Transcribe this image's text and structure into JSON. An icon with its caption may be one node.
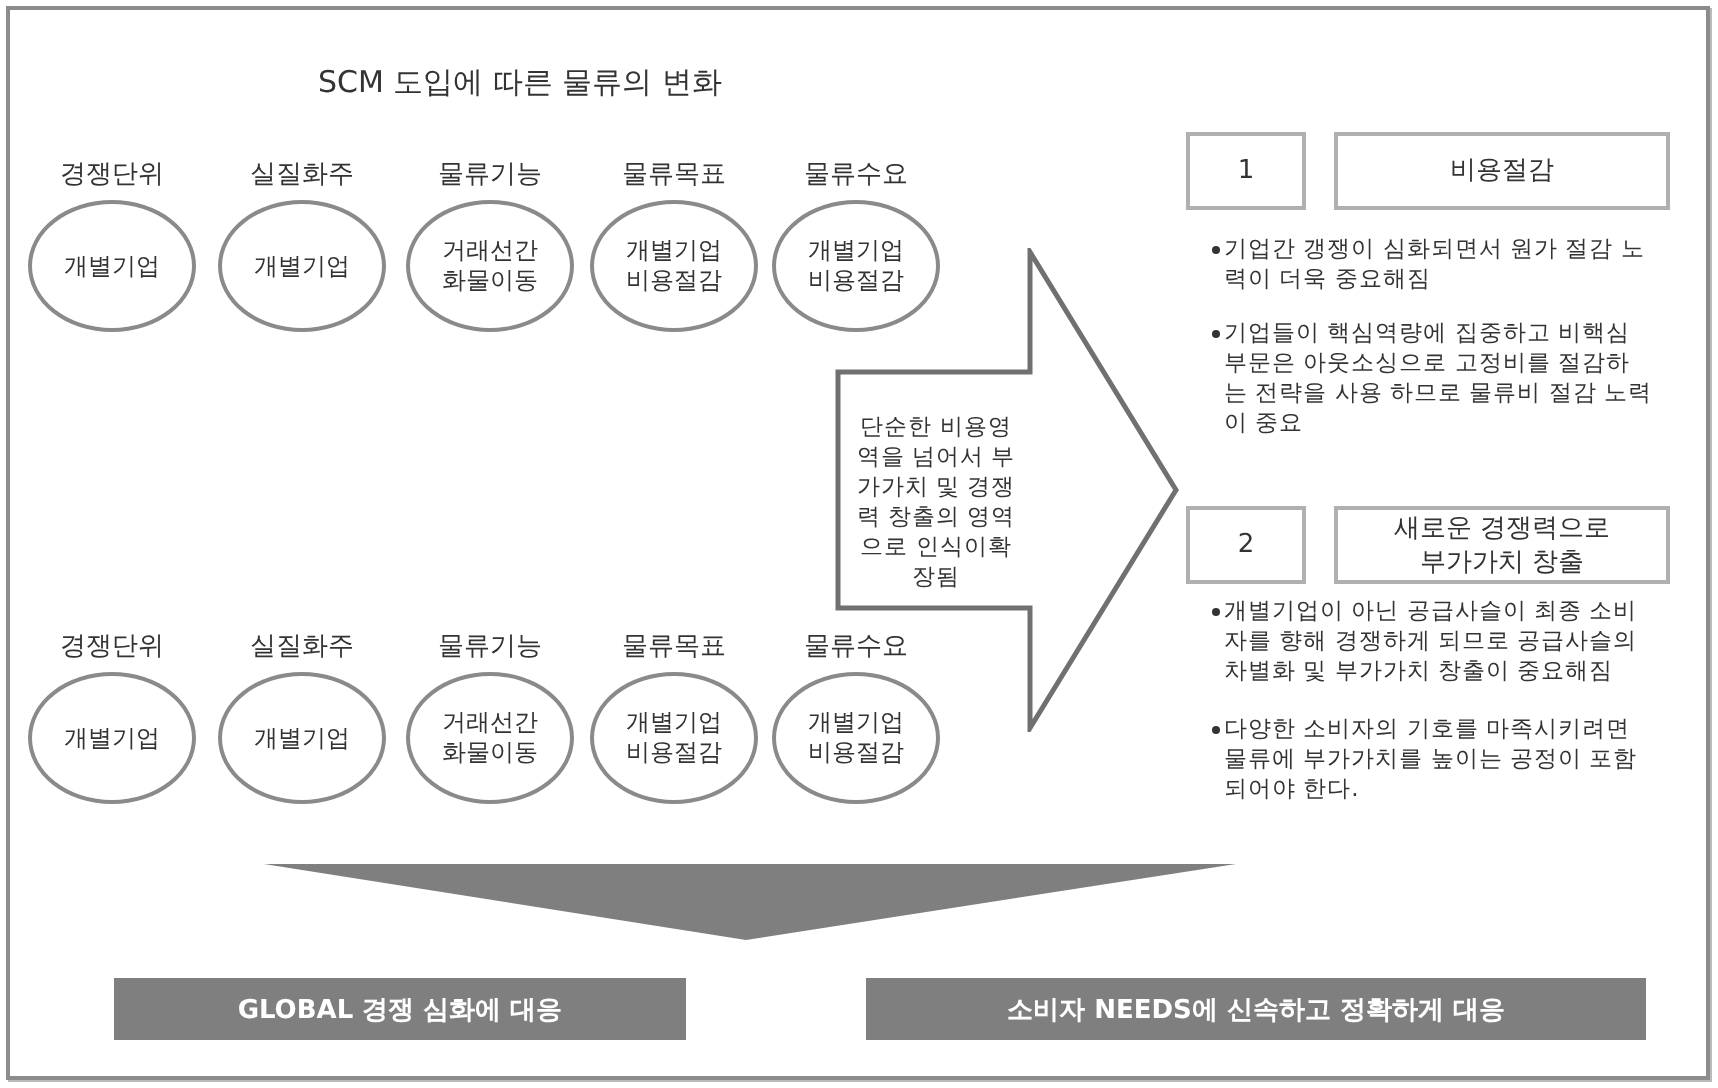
{
  "diagram": {
    "title": "SCM 도입에 따른 물류의 변화",
    "nodes": [
      {
        "text": [
          "경쟁단위",
          "개별기업"
        ]
      },
      {
        "text": [
          "실질화주",
          "개별기업"
        ]
      },
      {
        "text": [
          "물류기능",
          "거래선간 화물이동"
        ]
      },
      {
        "text": [
          "물류목표",
          "개별기업 비용절감"
        ]
      },
      {
        "text": [
          "물류수요",
          "개별기업 비용절감"
        ]
      },
      {
        "text": [
          "경쟁단위",
          "개별기업"
        ]
      },
      {
        "text": [
          "실질화주",
          "개별기업"
        ]
      },
      {
        "text": [
          "물류기능",
          "거래선간 화물이동"
        ]
      },
      {
        "text": [
          "물류목표",
          "개별기업 비용절감"
        ]
      },
      {
        "text": [
          "물류수요",
          "개별기업 비용절감"
        ]
      },
      {
        "text": [
          "단순한 비용영역을 넘어서 부가가치 및 경쟁력 창출의 영역으로 인식이확장됨"
        ]
      },
      {
        "text": [
          "1"
        ]
      },
      {
        "text": [
          "비용절감"
        ]
      },
      {
        "text": [
          "2"
        ]
      },
      {
        "text": [
          "새로운 경쟁력으로 부가가치 창출"
        ]
      },
      {
        "text": [
          "GLOBAL 경쟁 심화에 대응"
        ]
      },
      {
        "text": [
          "소비자 NEEDS에 신속하고 정확하게 대응"
        ]
      },
      {
        "text": [],
        "shape": "triangle"
      }
    ],
    "labels": [
      "기업간 갱쟁이 심화되면서 원가 절감 노력이 더욱 중요해짐",
      "기업들이 핵심역량에 집중하고 비핵심 부문은 아웃소싱으로 고정비를 절감하는 전략을 사용 하므로 물류비 절감 노력이 중요",
      "개별기업이 아닌 공급사슬이 최종 소비자를 향해 경쟁하게 되므로 공급사슬의 차별화 및 부가가치 창출이 중요해짐",
      "다양한 소비자의 기호를 마족시키려면 물류에 부가가치를 높이는 공정이 포함되어야 한다."
    ]
  }
}
